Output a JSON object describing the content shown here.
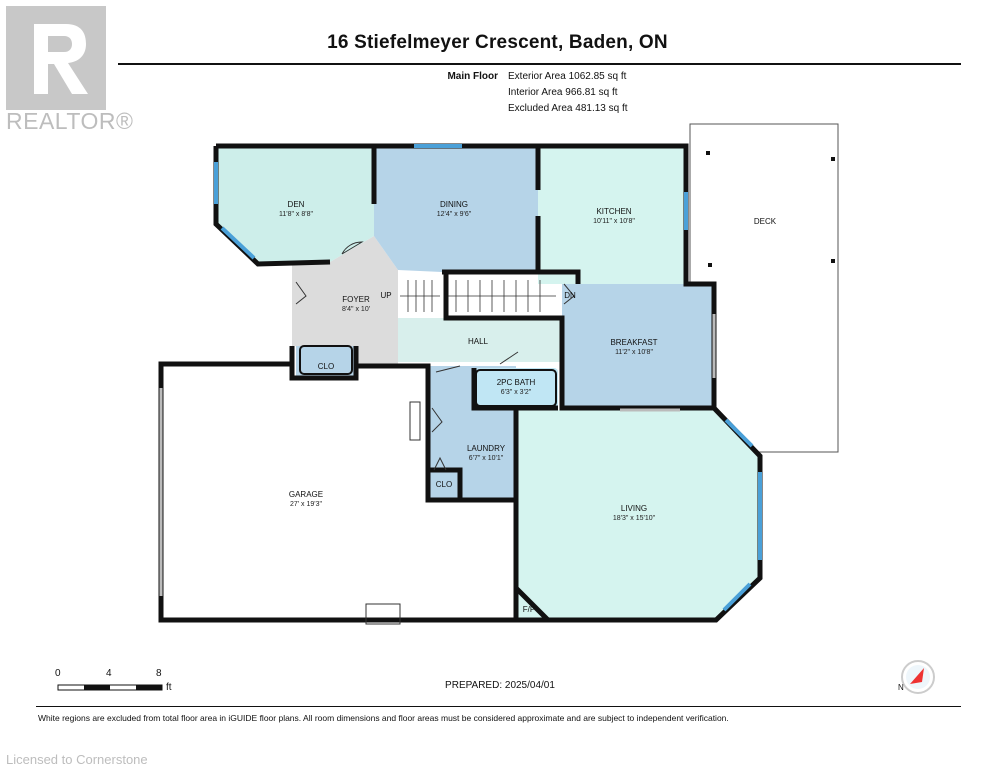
{
  "header": {
    "title": "16 Stiefelmeyer Crescent, Baden, ON",
    "floor_name": "Main Floor",
    "areas": [
      {
        "label": "Exterior Area",
        "value": "1062.85 sq ft"
      },
      {
        "label": "Interior Area",
        "value": "966.81 sq ft"
      },
      {
        "label": "Excluded Area",
        "value": "481.13 sq ft"
      }
    ]
  },
  "rooms": {
    "den": {
      "name": "DEN",
      "dims": "11'8\" x 8'8\""
    },
    "dining": {
      "name": "DINING",
      "dims": "12'4\" x 9'6\""
    },
    "kitchen": {
      "name": "KITCHEN",
      "dims": "10'11\" x 10'8\""
    },
    "deck": {
      "name": "DECK"
    },
    "foyer": {
      "name": "FOYER",
      "dims": "8'4\" x 10'"
    },
    "hall": {
      "name": "HALL"
    },
    "breakfast": {
      "name": "BREAKFAST",
      "dims": "11'2\" x 10'8\""
    },
    "clo_foyer": {
      "name": "CLO"
    },
    "bath": {
      "name": "2PC BATH",
      "dims": "6'3\" x 3'2\""
    },
    "laundry": {
      "name": "LAUNDRY",
      "dims": "6'7\" x 10'1\""
    },
    "clo_laundry": {
      "name": "CLO"
    },
    "garage": {
      "name": "GARAGE",
      "dims": "27' x 19'3\""
    },
    "living": {
      "name": "LIVING",
      "dims": "18'3\" x 15'10\""
    },
    "fireplace": {
      "name": "F/P"
    },
    "stair_up": {
      "name": "UP"
    },
    "stair_down": {
      "name": "DN"
    }
  },
  "scale": {
    "ticks": [
      "0",
      "4",
      "8"
    ],
    "unit": "ft"
  },
  "prepared": "PREPARED: 2025/04/01",
  "disclaimer": "White regions are excluded from total floor area in iGUIDE floor plans. All room dimensions and floor areas must be considered approximate and are subject to independent verification.",
  "watermark": {
    "brand": "REALTOR®",
    "licensed": "Licensed to Cornerstone"
  },
  "colors": {
    "den": "#cdeeea",
    "dining": "#b6d4e8",
    "kitchen": "#d5f4ef",
    "foyer": "#dcdcdc",
    "hall": "#d8efec",
    "breakfast": "#b6d4e8",
    "bath": "#c0e6f4",
    "laundry": "#b6d4e8",
    "living": "#d5f4ef",
    "window": "#4aa0d8"
  }
}
